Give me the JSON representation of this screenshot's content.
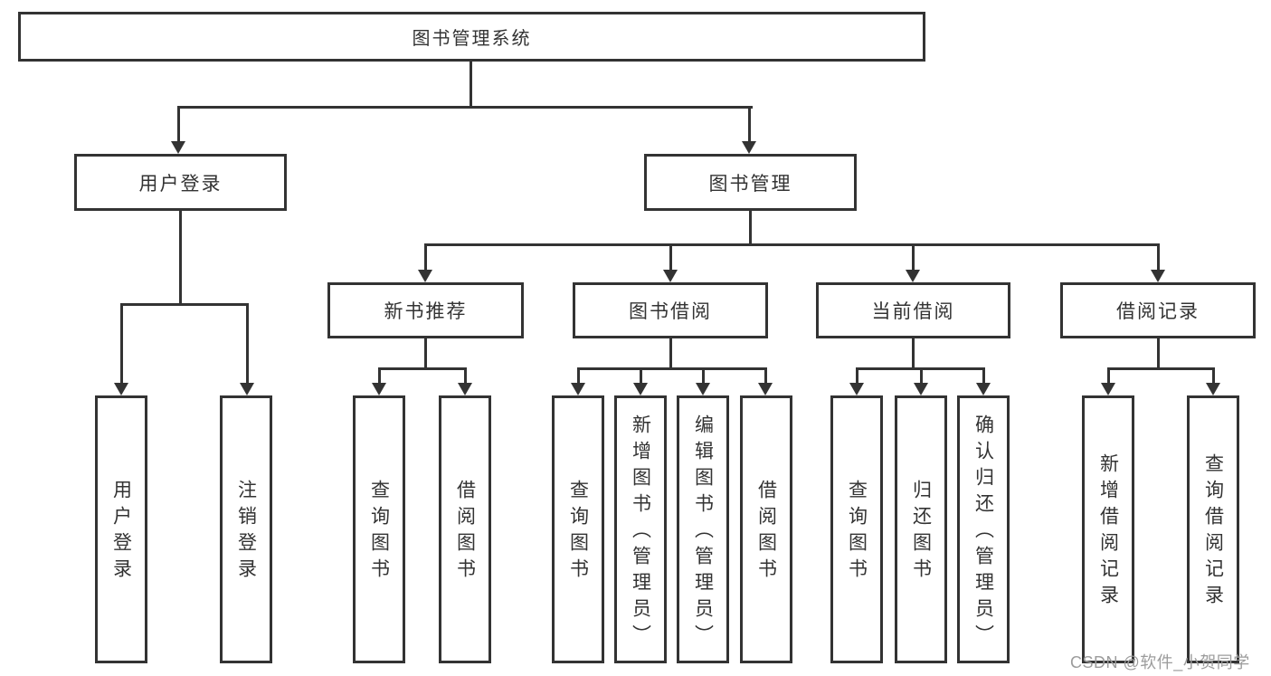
{
  "diagram_title": "图书管理系统",
  "tree": {
    "root": {
      "label": "图书管理系统"
    },
    "branches": [
      {
        "label": "用户登录",
        "children": [
          "用户登录",
          "注销登录"
        ]
      },
      {
        "label": "图书管理"
      }
    ],
    "modules": [
      {
        "label": "新书推荐",
        "children": [
          "查询图书",
          "借阅图书"
        ]
      },
      {
        "label": "图书借阅",
        "children": [
          "查询图书",
          "新增图书（管理员）",
          "编辑图书（管理员）",
          "借阅图书"
        ]
      },
      {
        "label": "当前借阅",
        "children": [
          "查询图书",
          "归还图书",
          "确认归还（管理员）"
        ]
      },
      {
        "label": "借阅记录",
        "children": [
          "新增借阅记录",
          "查询借阅记录"
        ]
      }
    ]
  },
  "watermark": {
    "text": "CSDN @软件_小贺同学",
    "color": "#9c9c9c"
  },
  "colors": {
    "line": "#333333",
    "text": "#333333",
    "background": "#ffffff"
  }
}
